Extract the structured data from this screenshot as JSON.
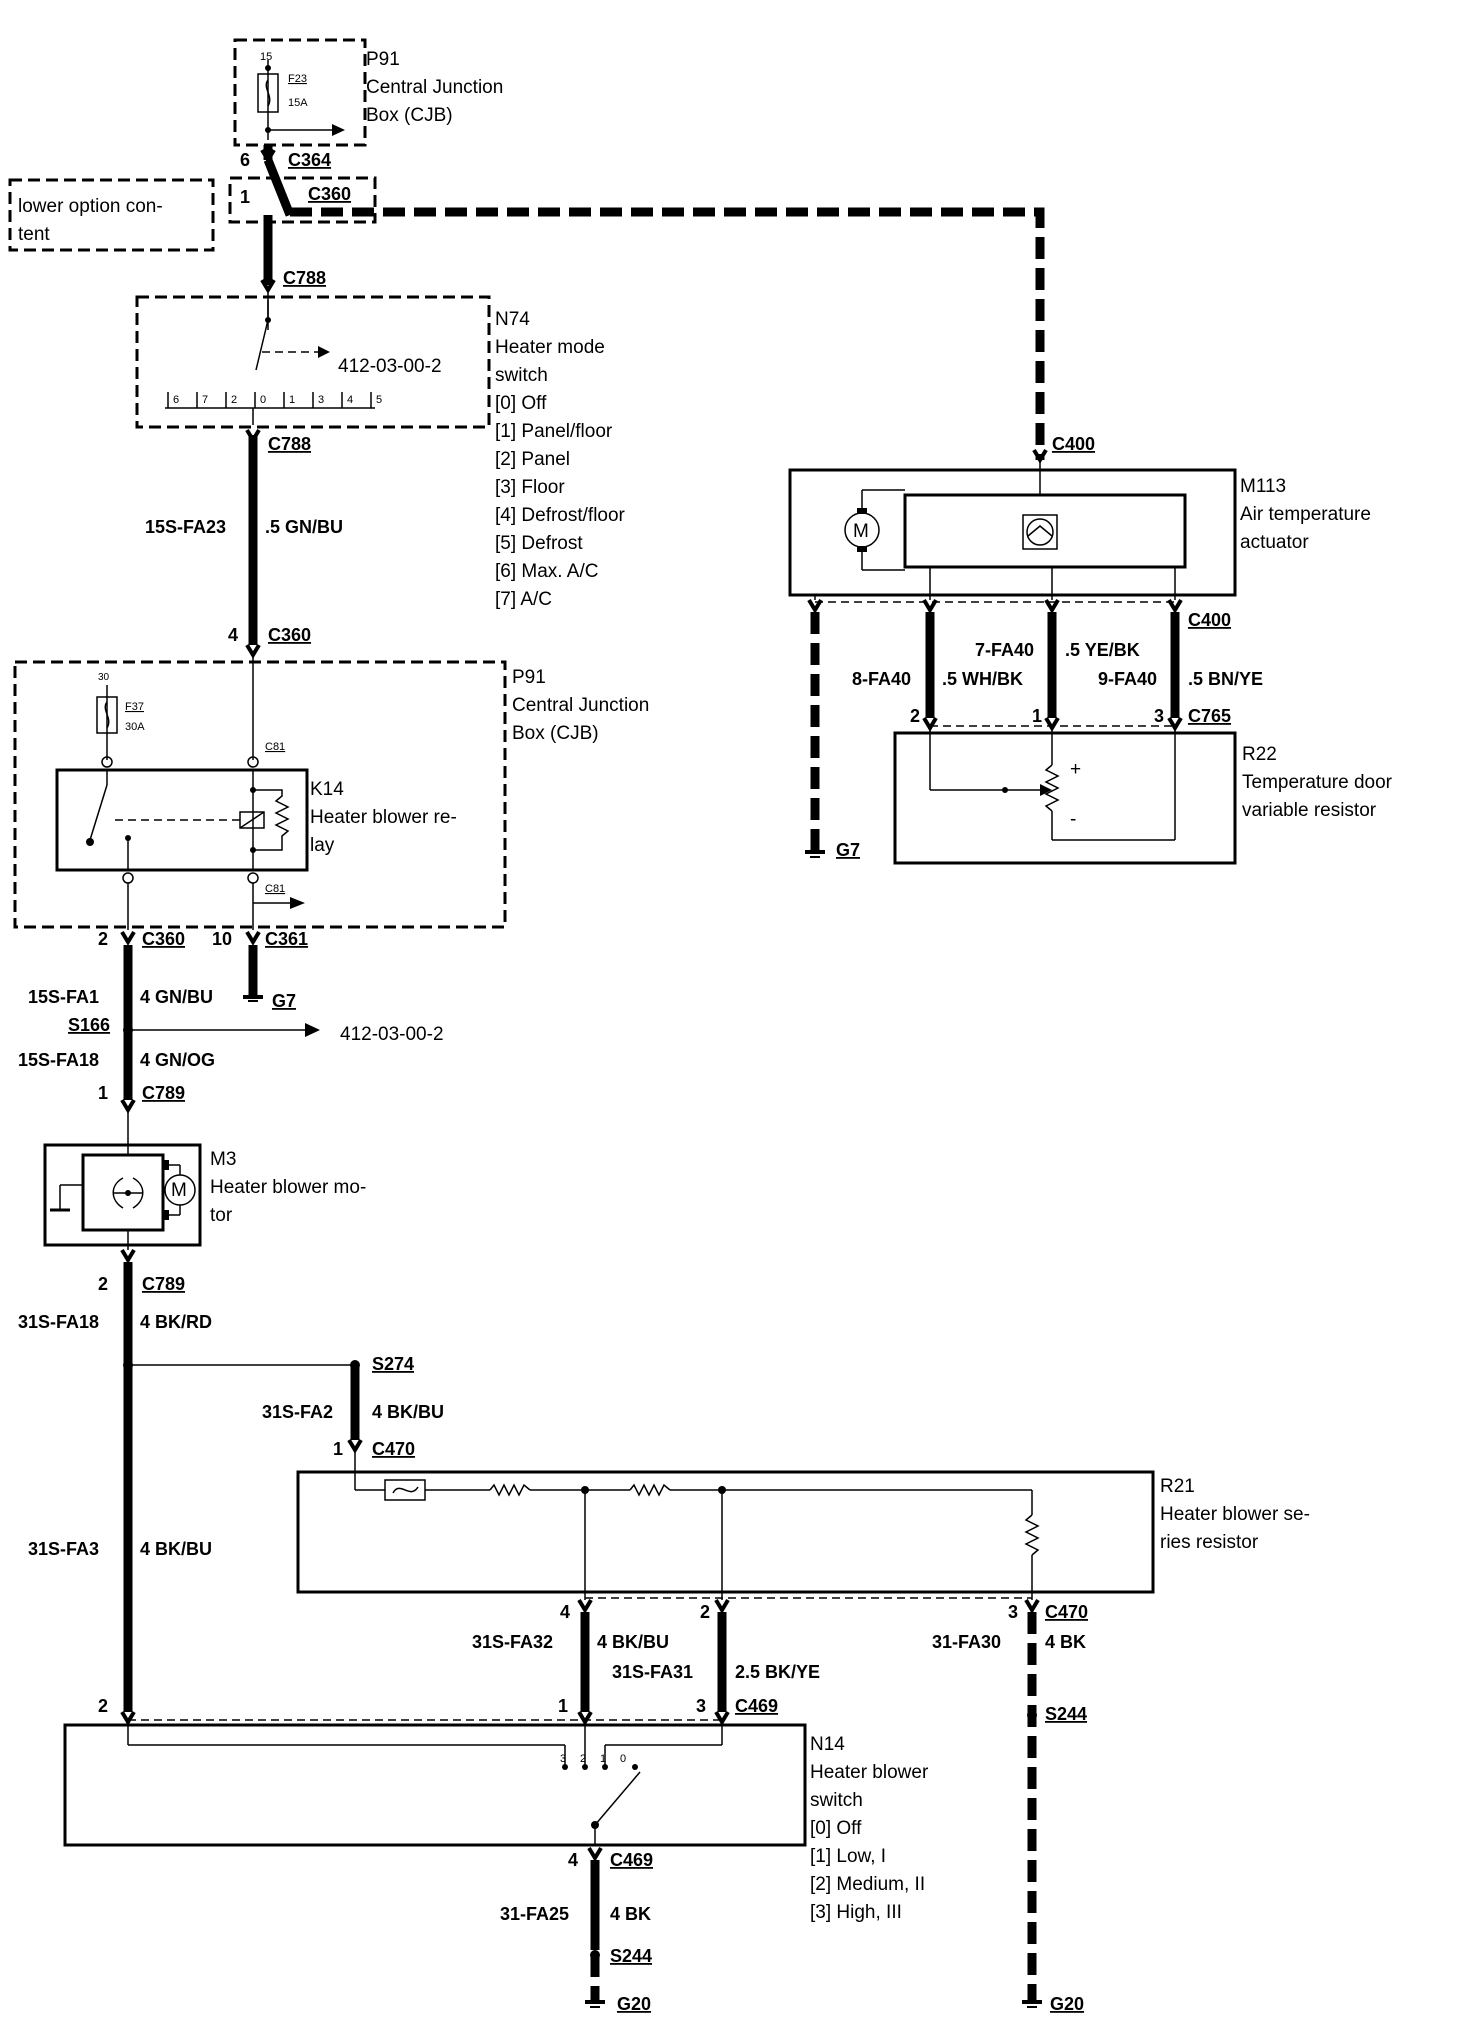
{
  "labels": {
    "cjb_top_id": "P91",
    "cjb_top_name_1": "Central Junction",
    "cjb_top_name_2": "Box (CJB)",
    "fuse_top_pin": "15",
    "fuse_top_name": "F23",
    "fuse_top_rating": "15A",
    "lower_option_1": "lower option con-",
    "lower_option_2": "tent",
    "pin_6": "6",
    "pin_1_top": "1",
    "c364": "C364",
    "c360_top": "C360",
    "c788_top": "C788",
    "n74_id": "N74",
    "n74_name_1": "Heater mode",
    "n74_name_2": "switch",
    "n74_ref": "412-03-00-2",
    "n74_pos_0": "[0] Off",
    "n74_pos_1": "[1] Panel/floor",
    "n74_pos_2": "[2] Panel",
    "n74_pos_3": "[3] Floor",
    "n74_pos_4": "[4] Defrost/floor",
    "n74_pos_5": "[5] Defrost",
    "n74_pos_6": "[6] Max. A/C",
    "n74_pos_7": "[7] A/C",
    "n74_contacts": [
      "6",
      "7",
      "2",
      "0",
      "1",
      "3",
      "4",
      "5"
    ],
    "c788_bottom": "C788",
    "wire_15s_fa23": "15S-FA23",
    "wire_15s_fa23_spec": ".5 GN/BU",
    "pin_4_c360": "4",
    "c360_mid": "C360",
    "cjb_mid_id": "P91",
    "cjb_mid_name_1": "Central Junction",
    "cjb_mid_name_2": "Box (CJB)",
    "fuse_mid_pin": "30",
    "fuse_mid_name": "F37",
    "fuse_mid_rating": "30A",
    "c81_top": "C81",
    "c81_bottom": "C81",
    "k14_id": "K14",
    "k14_name_1": "Heater blower re-",
    "k14_name_2": "lay",
    "pin_2_c360": "2",
    "c360_low": "C360",
    "pin_10": "10",
    "c361": "C361",
    "g7_left": "G7",
    "wire_15s_fa1": "15S-FA1",
    "wire_15s_fa1_spec": "4 GN/BU",
    "s166": "S166",
    "ref_s166": "412-03-00-2",
    "wire_15s_fa18": "15S-FA18",
    "wire_15s_fa18_spec": "4 GN/OG",
    "pin_1_c789": "1",
    "c789_top": "C789",
    "m3_id": "M3",
    "m3_name_1": "Heater blower mo-",
    "m3_name_2": "tor",
    "motor_symbol": "M",
    "pin_2_c789": "2",
    "c789_bottom": "C789",
    "wire_31s_fa18": "31S-FA18",
    "wire_31s_fa18_spec": "4 BK/RD",
    "s274": "S274",
    "wire_31s_fa2": "31S-FA2",
    "wire_31s_fa2_spec": "4 BK/BU",
    "pin_1_c470": "1",
    "c470_top": "C470",
    "r21_id": "R21",
    "r21_name_1": "Heater blower se-",
    "r21_name_2": "ries resistor",
    "wire_31s_fa3": "31S-FA3",
    "wire_31s_fa3_spec": "4 BK/BU",
    "pin_4_r21": "4",
    "pin_2_r21": "2",
    "pin_3_r21": "3",
    "c470_bottom": "C470",
    "wire_31s_fa32": "31S-FA32",
    "wire_31s_fa32_spec": "4 BK/BU",
    "wire_31s_fa31": "31S-FA31",
    "wire_31s_fa31_spec": "2.5 BK/YE",
    "wire_31_fa30": "31-FA30",
    "wire_31_fa30_spec": "4 BK",
    "pin_2_n14": "2",
    "pin_1_n14": "1",
    "pin_3_n14": "3",
    "c469_top": "C469",
    "s244_right": "S244",
    "n14_id": "N14",
    "n14_name_1": "Heater blower",
    "n14_name_2": "switch",
    "n14_pos_0": "[0] Off",
    "n14_pos_1": "[1] Low, I",
    "n14_pos_2": "[2] Medium, II",
    "n14_pos_3": "[3] High, III",
    "n14_contacts": [
      "3",
      "2",
      "1",
      "0"
    ],
    "pin_4_n14": "4",
    "c469_bottom": "C469",
    "wire_31_fa25": "31-FA25",
    "wire_31_fa25_spec": "4 BK",
    "s244_left": "S244",
    "g20_left": "G20",
    "g20_right": "G20",
    "c400_top": "C400",
    "m113_id": "M113",
    "m113_name_1": "Air temperature",
    "m113_name_2": "actuator",
    "c400_bottom": "C400",
    "wire_7_fa40": "7-FA40",
    "wire_7_fa40_spec": ".5 YE/BK",
    "wire_8_fa40": "8-FA40",
    "wire_8_fa40_spec": ".5 WH/BK",
    "wire_9_fa40": "9-FA40",
    "wire_9_fa40_spec": ".5 BN/YE",
    "pin_2_r22": "2",
    "pin_1_r22": "1",
    "pin_3_r22": "3",
    "c765": "C765",
    "r22_id": "R22",
    "r22_name_1": "Temperature door",
    "r22_name_2": "variable resistor",
    "plus_sign": "+",
    "minus_sign": "-",
    "g7_right": "G7"
  }
}
